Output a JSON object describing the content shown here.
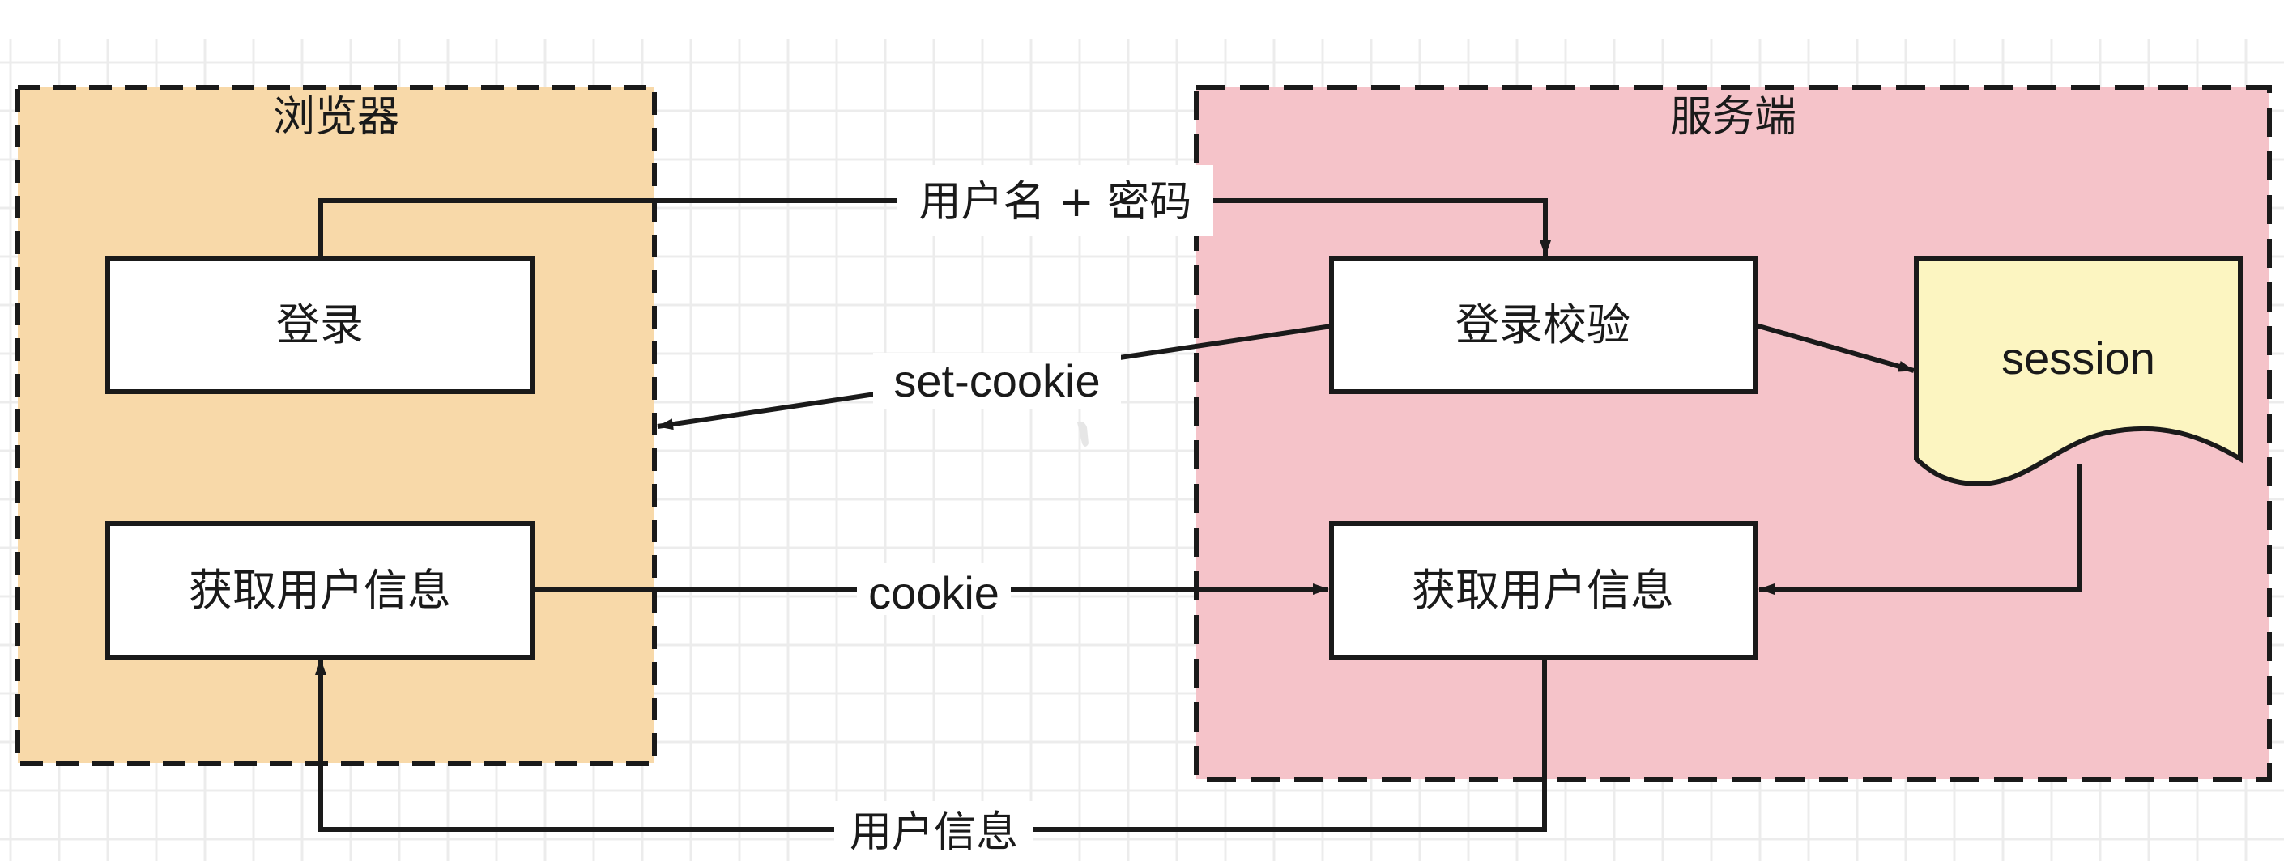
{
  "diagram": {
    "title": "Cookie + Session login flow",
    "colors": {
      "browser_fill": "#f8d9a9",
      "server_fill": "#f5c3c9",
      "session_fill": "#fcf5c1",
      "node_fill": "#ffffff",
      "stroke": "#1a1a1a",
      "grid": "#ececec"
    },
    "containers": {
      "browser": {
        "label": "浏览器"
      },
      "server": {
        "label": "服务端"
      }
    },
    "nodes": {
      "browser_login": {
        "label": "登录"
      },
      "browser_get_user_info": {
        "label": "获取用户信息"
      },
      "server_login_verify": {
        "label": "登录校验"
      },
      "server_session": {
        "label": "session",
        "shape": "document"
      },
      "server_get_user_info": {
        "label": "获取用户信息"
      }
    },
    "edges": [
      {
        "from": "browser_login",
        "to": "server_login_verify",
        "label": "用户名 + 密码"
      },
      {
        "from": "server_login_verify",
        "to": "browser",
        "label": "set-cookie"
      },
      {
        "from": "server_login_verify",
        "to": "server_session",
        "label": ""
      },
      {
        "from": "browser_get_user_info",
        "to": "server_get_user_info",
        "label": "cookie"
      },
      {
        "from": "server_session",
        "to": "server_get_user_info",
        "label": ""
      },
      {
        "from": "server_get_user_info",
        "to": "browser_get_user_info",
        "label": "用户信息"
      }
    ]
  }
}
